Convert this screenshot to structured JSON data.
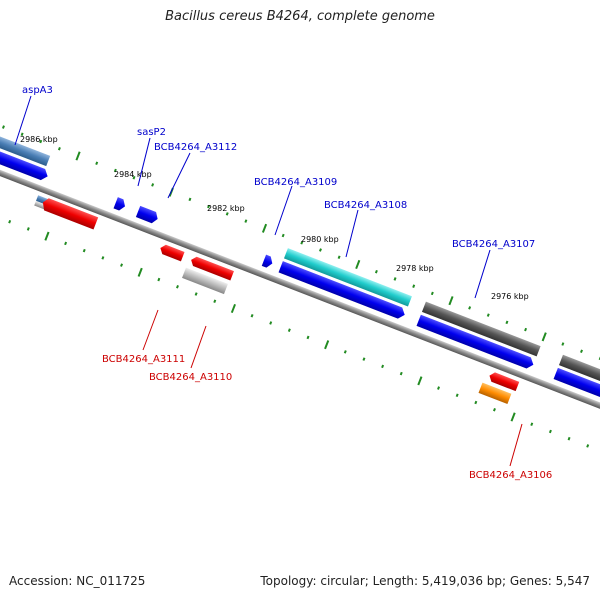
{
  "title": "Bacillus cereus B4264, complete genome",
  "accession": "Accession: NC_011725",
  "topology": "Topology: circular; Length: 5,419,036 bp; Genes: 5,547",
  "colors": {
    "forward_label": "#0000cc",
    "reverse_label": "#cc0000",
    "backbone": "#888888",
    "tick": "#228b22",
    "cds_forward": "#0000ee",
    "cds_reverse": "#ee0000",
    "gene_steelblue": "#4a7eb5",
    "gene_cyan": "#20cccc",
    "gene_dark": "#555555",
    "gene_grey": "#bbbbbb",
    "gene_orange": "#ff8c00"
  },
  "ticks": [
    "2986 kbp",
    "2984 kbp",
    "2982 kbp",
    "2980 kbp",
    "2978 kbp",
    "2976 kbp"
  ],
  "forward_genes": [
    "aspA3",
    "sasP2",
    "BCB4264_A3112",
    "BCB4264_A3109",
    "BCB4264_A3108",
    "BCB4264_A3107"
  ],
  "reverse_genes": [
    "BCB4264_A3111",
    "BCB4264_A3110",
    "BCB4264_A3106"
  ]
}
